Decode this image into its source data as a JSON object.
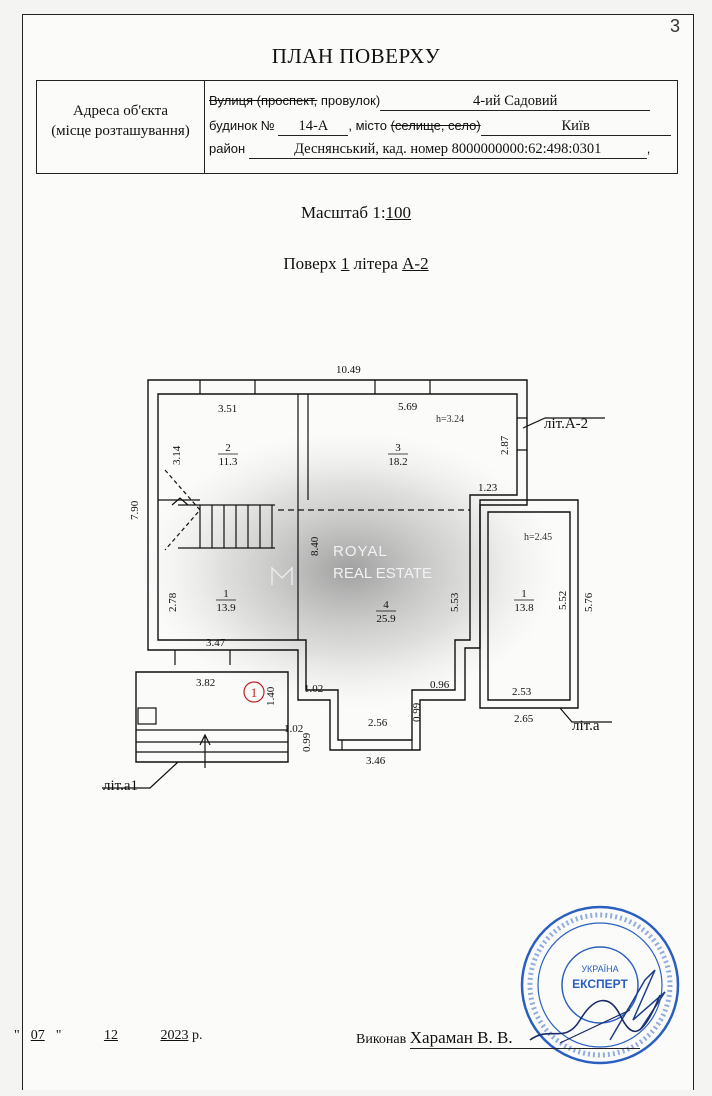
{
  "page_number": "3",
  "title": "ПЛАН ПОВЕРХУ",
  "address": {
    "left_label_1": "Адреса об'єкта",
    "left_label_2": "(місце розташування)",
    "street_label_struck": "Вулиця (проспект,",
    "street_label_rest": " провулок)",
    "street_value": "4-ий Садовий",
    "house_label": "будинок №",
    "house_value": "14-А",
    "city_label": ", місто",
    "city_struck": "(селище, село)",
    "city_value": "Київ",
    "district_label": "район",
    "district_value": "Деснянський,  кад. номер 8000000000:62:498:0301",
    "district_end": ","
  },
  "scale_label": "Масштаб 1:",
  "scale_value": "100",
  "floor_label": "Поверх ",
  "floor_value": "1",
  "litera_label": " літера ",
  "litera_value": "А-2",
  "plan": {
    "dims": {
      "top_total": "10.49",
      "left_total": "7.90",
      "room2_top": "3.51",
      "room2_left": "3.14",
      "room3_top": "5.69",
      "room3_right": "2.87",
      "room3_step": "1.23",
      "room1_left": "2.78",
      "room1_bottom": "3.47",
      "center_vert": "8.40",
      "room4_right": "5.53",
      "annex_inner": "5.52",
      "annex_outer": "5.76",
      "annex_bottom_in": "2.53",
      "annex_bottom_out": "2.65",
      "porch_width": "3.82",
      "porch_depth": "1.40",
      "d102a": "1.02",
      "d096": "0.96",
      "d099a": "0.99",
      "d256": "2.56",
      "d102b": "1.02",
      "d099b": "0.99",
      "d346": "3.46"
    },
    "rooms": [
      {
        "num": "2",
        "area": "11.3"
      },
      {
        "num": "3",
        "area": "18.2"
      },
      {
        "num": "1",
        "area": "13.9"
      },
      {
        "num": "4",
        "area": "25.9"
      },
      {
        "num": "1",
        "area": "13.8"
      }
    ],
    "heights": {
      "main": "h=3.24",
      "annex": "h=2.45"
    },
    "labels": {
      "lit_a2": "літ.А-2",
      "lit_a": "літ.а",
      "lit_a1": "літ.а1",
      "circle": "1"
    },
    "watermark": {
      "line1": "ROYAL",
      "line2": "REAL ESTATE"
    }
  },
  "footer": {
    "q1": "\"",
    "day": "07",
    "q2": "\"",
    "month": "12",
    "year": "2023",
    "year_suffix": "р.",
    "executor_label": "Виконав",
    "executor_name": "Хараман В. В."
  },
  "stamp": {
    "center": "ЕКСПЕРТ",
    "sub": "УКРАЇНА"
  }
}
